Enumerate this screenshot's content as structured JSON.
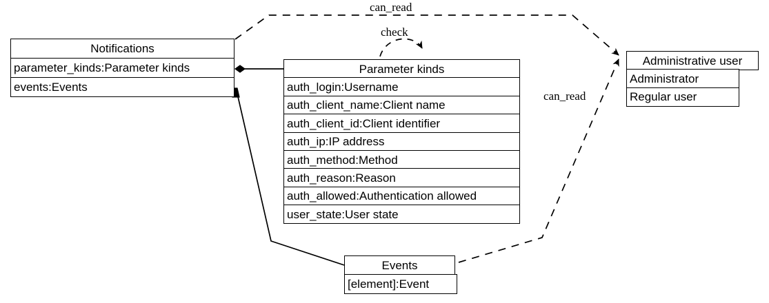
{
  "diagram": {
    "type": "uml-class-diagram",
    "background_color": "#ffffff",
    "line_color": "#000000",
    "nodes": [
      {
        "id": "notifications",
        "title": "Notifications",
        "attributes": [
          "parameter_kinds:Parameter kinds",
          "events:Events"
        ]
      },
      {
        "id": "parameter_kinds",
        "title": "Parameter kinds",
        "attributes": [
          "auth_login:Username",
          "auth_client_name:Client name",
          "auth_client_id:Client identifier",
          "auth_ip:IP address",
          "auth_method:Method",
          "auth_reason:Reason",
          "auth_allowed:Authentication allowed",
          "user_state:User state"
        ]
      },
      {
        "id": "administrative_user",
        "title": "Administrative user",
        "attributes": [
          "Administrator",
          "Regular user"
        ]
      },
      {
        "id": "events",
        "title": "Events",
        "attributes": [
          "[element]:Event"
        ]
      }
    ],
    "edges": [
      {
        "id": "notifications-can-read-admin",
        "from": "notifications",
        "to": "administrative_user",
        "label": "can_read",
        "style": "dashed",
        "arrow": "open-arrow"
      },
      {
        "id": "parameter-kinds-check",
        "from": "parameter_kinds",
        "to": "parameter_kinds",
        "label": "check",
        "style": "dashed",
        "arrow": "open-arrow"
      },
      {
        "id": "events-can-read-admin",
        "from": "events",
        "to": "administrative_user",
        "label": "can_read",
        "style": "dashed",
        "arrow": "open-arrow"
      },
      {
        "id": "notifications-owns-parameter-kinds",
        "from": "notifications",
        "to": "parameter_kinds",
        "label": "",
        "style": "solid",
        "arrow": "filled-diamond"
      },
      {
        "id": "notifications-owns-events",
        "from": "notifications",
        "to": "events",
        "label": "",
        "style": "solid",
        "arrow": "filled-diamond"
      }
    ],
    "labels": {
      "can_read_top": "can_read",
      "check": "check",
      "can_read_right": "can_read"
    }
  }
}
